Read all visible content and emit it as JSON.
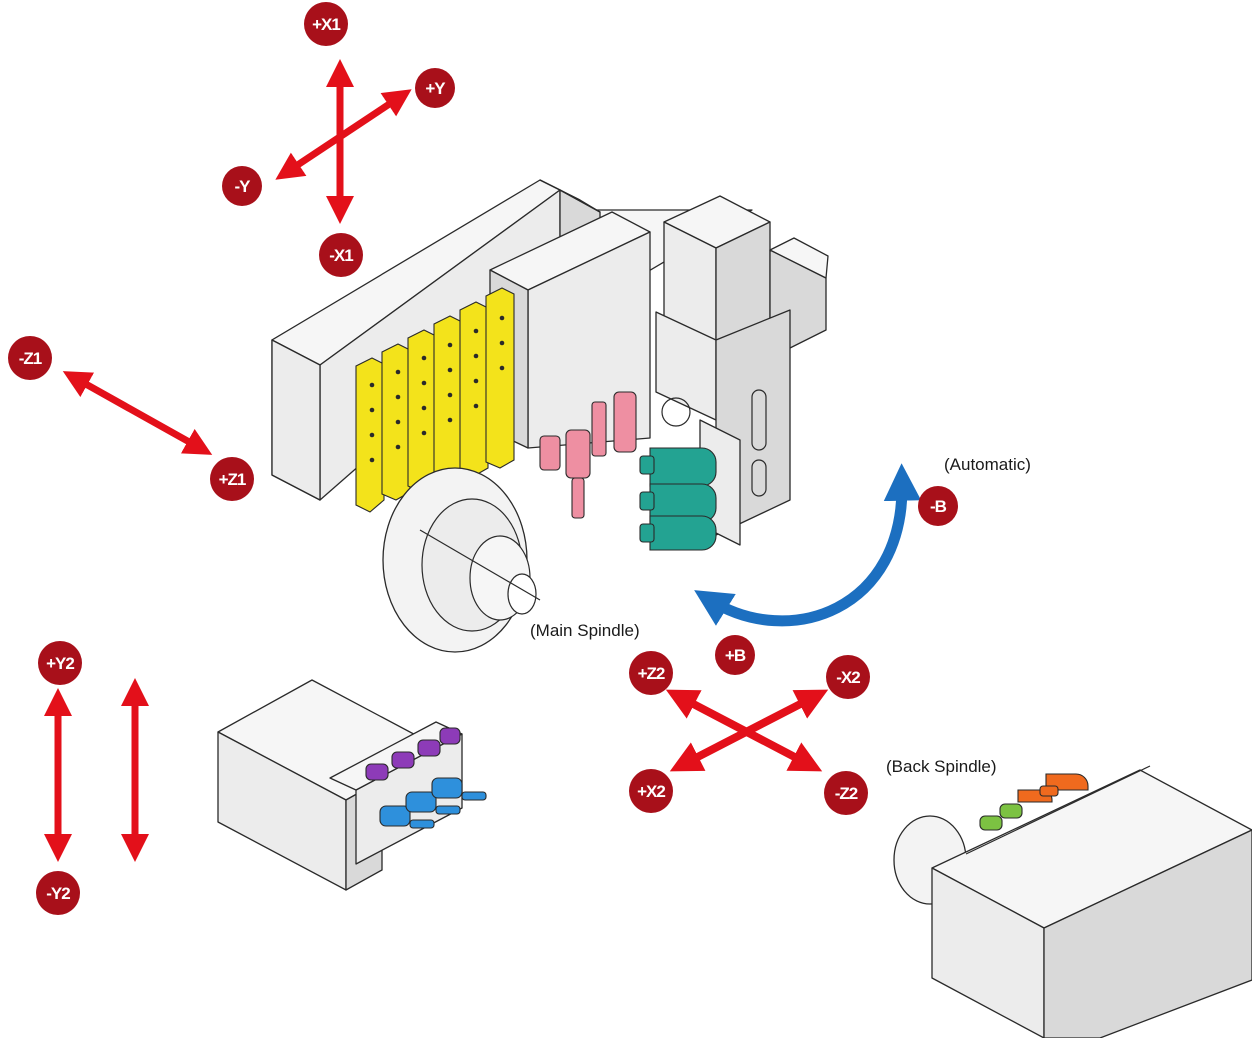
{
  "axes": {
    "x1_pos": "+X1",
    "x1_neg": "-X1",
    "y_pos": "+Y",
    "y_neg": "-Y",
    "z1_neg": "-Z1",
    "z1_pos": "+Z1",
    "b_neg": "-B",
    "b_pos": "+B",
    "z2_pos": "+Z2",
    "x2_neg": "-X2",
    "x2_pos": "+X2",
    "z2_neg": "-Z2",
    "y2_pos": "+Y2",
    "y2_neg": "-Y2"
  },
  "notes": {
    "automatic": "(Automatic)",
    "main_spindle": "(Main Spindle)",
    "back_spindle": "(Back Spindle)"
  },
  "colors": {
    "axis_arrow": "#e3101a",
    "axis_badge": "#a8101a",
    "b_axis_arrow": "#1c6fc0",
    "gang_tools": "#f3e31b",
    "front_drills": "#ee8fa2",
    "live_tools": "#23a392",
    "y2_tools_top": "#8d3bb8",
    "y2_tools_bottom": "#2e90dc",
    "back_tools_green": "#7cc242",
    "back_tools_orange": "#f06a1e"
  }
}
